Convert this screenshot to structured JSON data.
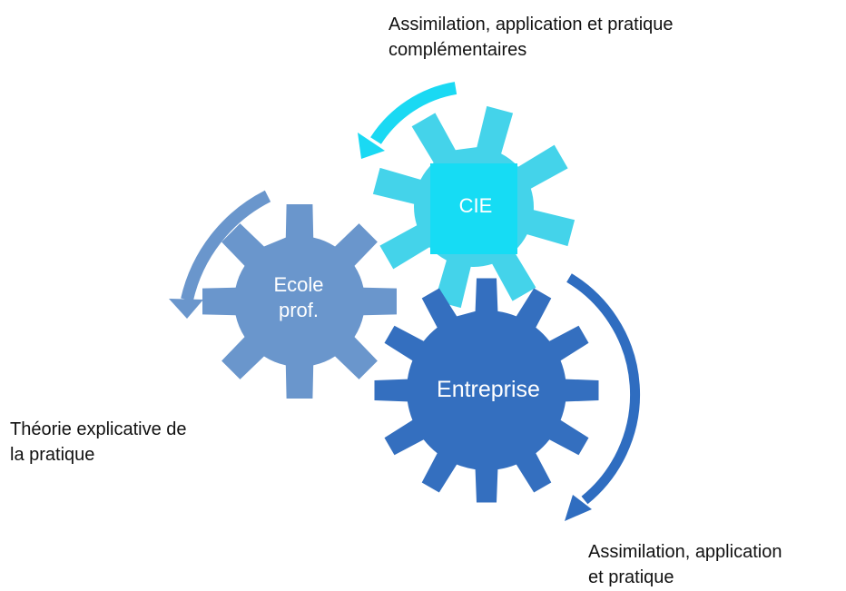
{
  "diagram": {
    "gears": [
      {
        "id": "cie",
        "label": [
          "CIE"
        ],
        "color": "#44d3ea",
        "accent": "#16dcf4"
      },
      {
        "id": "ecole",
        "label": [
          "Ecole",
          "prof."
        ],
        "color": "#6a96cc"
      },
      {
        "id": "entreprise",
        "label": [
          "Entreprise"
        ],
        "color": "#346fbf"
      }
    ],
    "arrows": [
      {
        "id": "cie-arrow",
        "color": "#1ad9f3"
      },
      {
        "id": "ecole-arrow",
        "color": "#6a96cc"
      },
      {
        "id": "entreprise-arrow",
        "color": "#2f6dc0"
      }
    ],
    "captions": {
      "cie": [
        "Assimilation, application et pratique",
        "complémentaires"
      ],
      "ecole": [
        "Théorie explicative de",
        "la pratique"
      ],
      "entreprise": [
        "Assimilation, application",
        "et pratique"
      ]
    }
  }
}
